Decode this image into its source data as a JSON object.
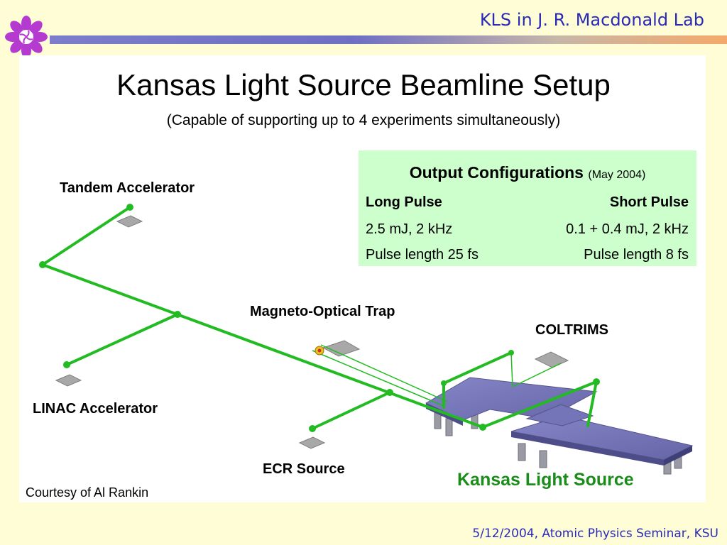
{
  "header": {
    "title": "KLS in J. R. Macdonald Lab"
  },
  "slide": {
    "title": "Kansas Light Source Beamline Setup",
    "subtitle": "(Capable of supporting up to 4 experiments simultaneously)"
  },
  "config": {
    "heading": "Output Configurations",
    "date": "(May 2004)",
    "col_left": "Long Pulse",
    "col_right": "Short Pulse",
    "rows": [
      {
        "left": "2.5 mJ, 2 kHz",
        "right": "0.1 + 0.4 mJ, 2 kHz"
      },
      {
        "left": "Pulse length 25 fs",
        "right": "Pulse length 8 fs"
      }
    ]
  },
  "labels": {
    "tandem": "Tandem Accelerator",
    "mot": "Magneto-Optical Trap",
    "coltrims": "COLTRIMS",
    "linac": "LINAC Accelerator",
    "ecr": "ECR Source",
    "kls": "Kansas Light Source"
  },
  "courtesy": "Courtesy of Al Rankin",
  "footer": "5/12/2004, Atomic Physics Seminar, KSU",
  "colors": {
    "beamline": "#22bb22",
    "kls_label": "#1a8c1a",
    "header_text": "#2a2ab8",
    "config_bg": "#ccffcc",
    "table_top": "#7a7ac0"
  }
}
